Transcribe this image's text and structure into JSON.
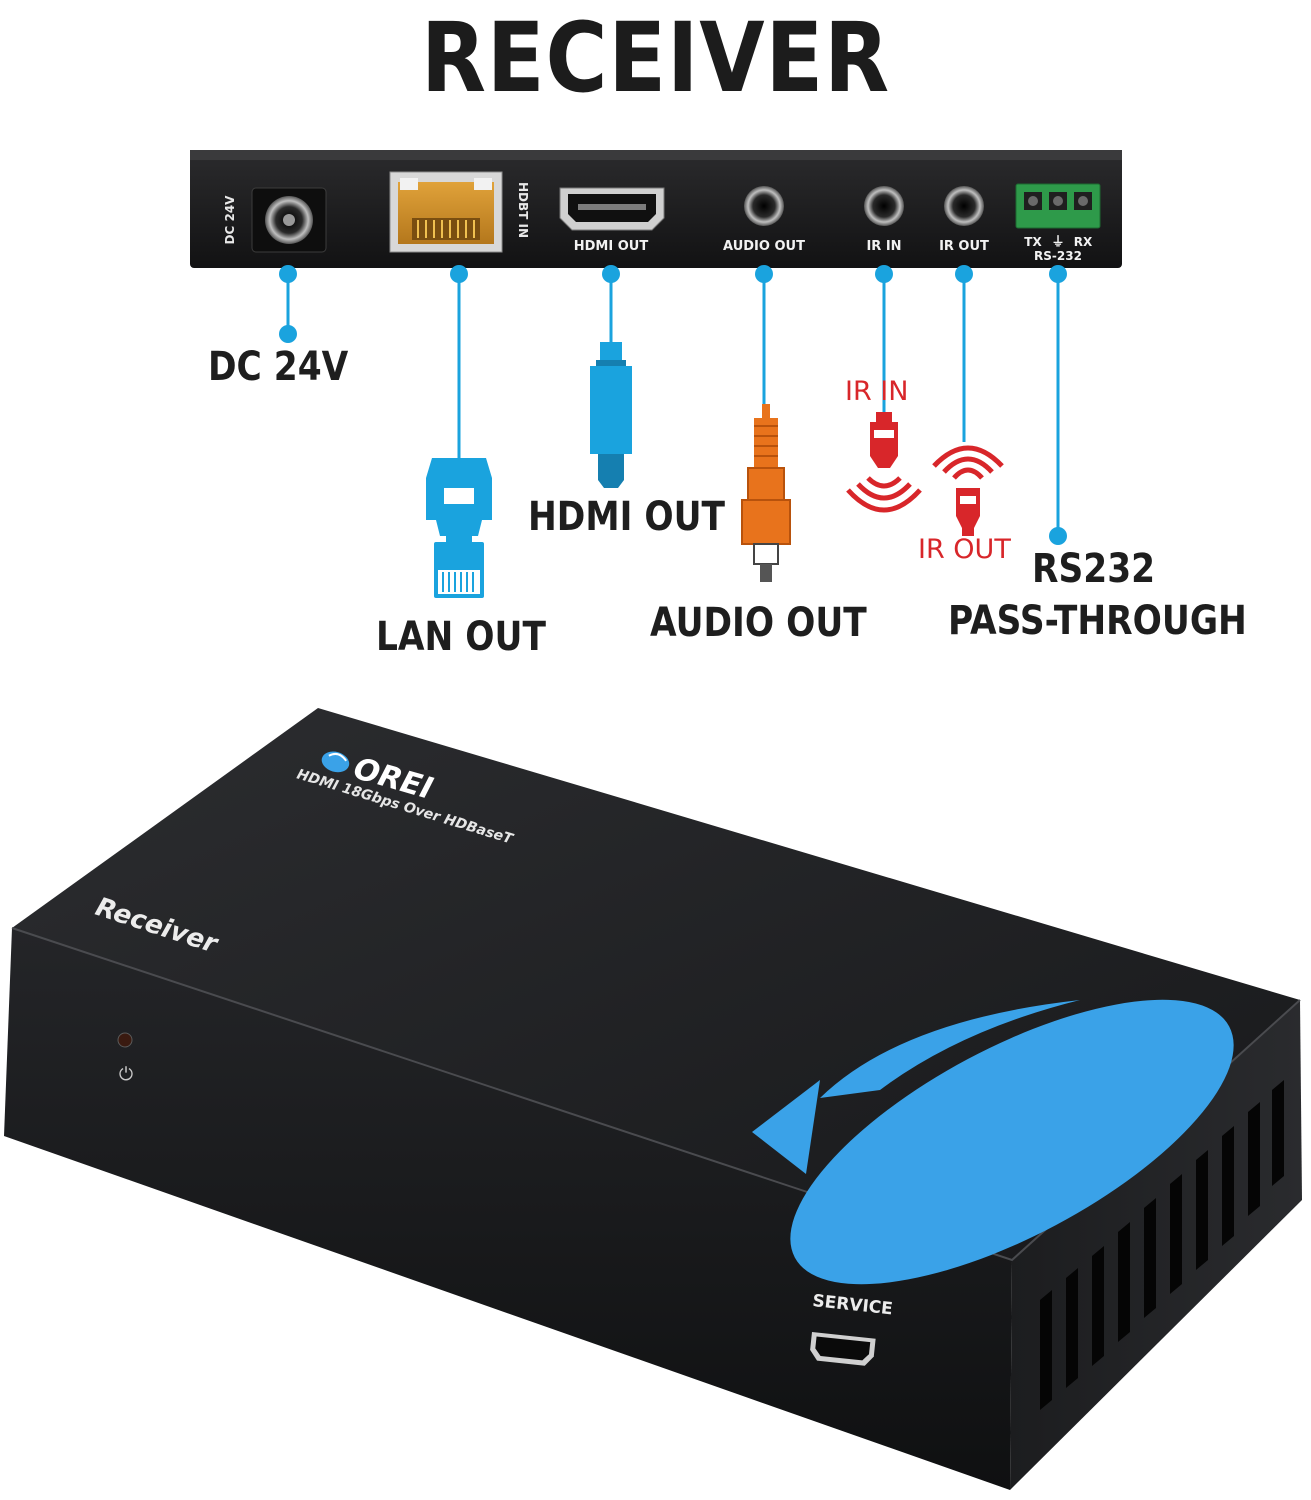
{
  "title": "RECEIVER",
  "panel": {
    "port_labels": {
      "dc": "DC 24V",
      "hdbt": "HDBT IN",
      "hdmi": "HDMI OUT",
      "audio": "AUDIO OUT",
      "ir_in": "IR IN",
      "ir_out": "IR OUT",
      "tx": "TX",
      "rx": "RX",
      "rs232": "RS-232"
    }
  },
  "callouts": {
    "dc": "DC 24V",
    "lan": "LAN OUT",
    "hdmi": "HDMI OUT",
    "audio": "AUDIO OUT",
    "ir_in": "IR IN",
    "ir_out": "IR OUT",
    "rs232_line1": "RS232",
    "rs232_line2": "PASS-THROUGH"
  },
  "device": {
    "brand": "OREI",
    "model_line": "HDMI 18Gbps Over HDBaseT",
    "unit_label": "Receiver",
    "service_label": "SERVICE"
  },
  "colors": {
    "leader_blue": "#1aa3de",
    "ir_red": "#d8262a",
    "rca_orange": "#e8731c",
    "device_black": "#1b1c1e",
    "logo_blue": "#3aa2e8"
  }
}
